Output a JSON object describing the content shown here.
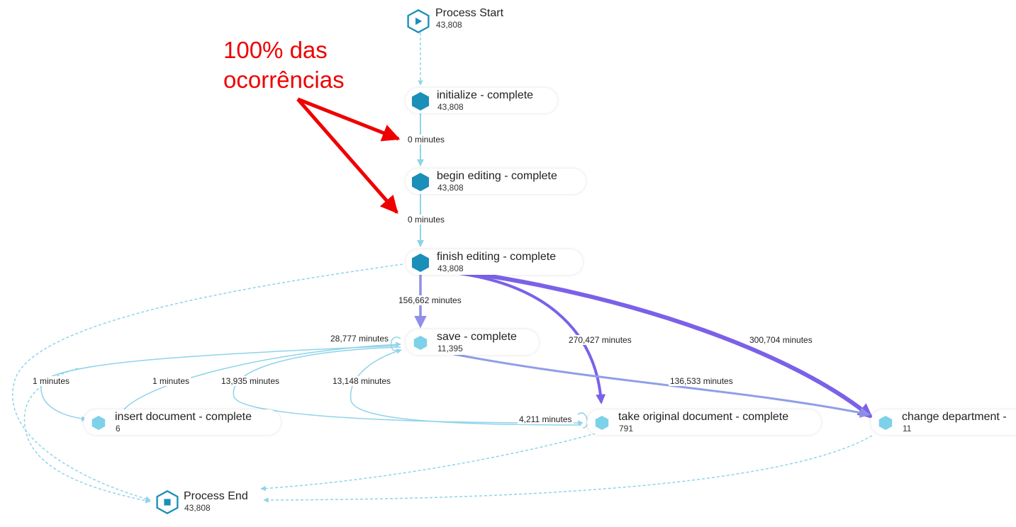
{
  "nodes": {
    "start": {
      "name": "Process Start",
      "count": "43,808"
    },
    "initialize": {
      "name": "initialize - complete",
      "count": "43,808"
    },
    "begin": {
      "name": "begin editing - complete",
      "count": "43,808"
    },
    "finish": {
      "name": "finish editing - complete",
      "count": "43,808"
    },
    "save": {
      "name": "save - complete",
      "count": "11,395"
    },
    "insert": {
      "name": "insert document - complete",
      "count": "6"
    },
    "take": {
      "name": "take original document - complete",
      "count": "791"
    },
    "change": {
      "name": "change department -",
      "count": "11"
    },
    "end": {
      "name": "Process End",
      "count": "43,808"
    }
  },
  "edges": {
    "init_begin": "0 minutes",
    "begin_finish": "0 minutes",
    "finish_save": "156,662 minutes",
    "finish_take": "270,427 minutes",
    "finish_change": "300,704 minutes",
    "save_loop": "28,777 minutes",
    "save_change": "136,533 minutes",
    "loop_a": "1 minutes",
    "insert_save": "1 minutes",
    "save_take": "13,935 minutes",
    "take_save": "13,148 minutes",
    "take_loop": "4,211 minutes"
  },
  "annotation": {
    "line1": "100% das",
    "line2": "ocorrências"
  },
  "colors": {
    "hex_dark": "#1a8fb8",
    "hex_light": "#7dd1e8",
    "flow": "#7b61e8",
    "edge_light": "#8fd3ea",
    "arrow": "#ee0000"
  }
}
